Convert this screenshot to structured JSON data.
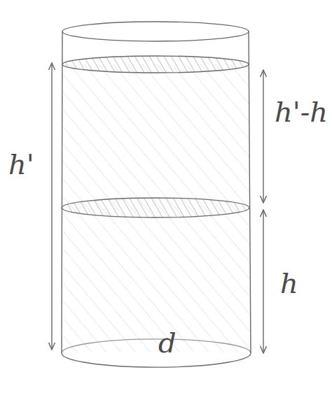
{
  "diagram": {
    "labels": [
      "h'",
      "h'-h",
      "h",
      "d"
    ]
  }
}
